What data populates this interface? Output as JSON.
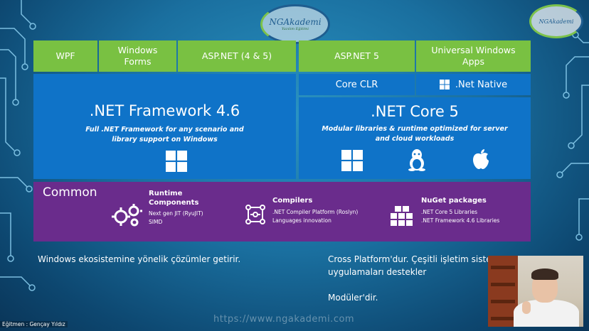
{
  "logos": {
    "center": {
      "text": "NGAkademi",
      "tagline": "Yazılım Eğitimi"
    },
    "corner": {
      "text": "NGAkademi"
    }
  },
  "diagram": {
    "top_left": [
      "WPF",
      "Windows Forms",
      "ASP.NET (4 & 5)"
    ],
    "top_right": [
      "ASP.NET 5",
      "Universal Windows Apps"
    ],
    "core_clr": "Core CLR",
    "net_native": ".Net Native",
    "framework": {
      "title": ".NET Framework 4.6",
      "subtitle_line1": "Full .NET Framework for any scenario and",
      "subtitle_line2": "library support on Windows"
    },
    "core": {
      "title": ".NET Core 5",
      "subtitle_line1": "Modular libraries & runtime optimized for server",
      "subtitle_line2": "and cloud workloads"
    },
    "common": {
      "title": "Common",
      "runtime": {
        "title1": "Runtime",
        "title2": "Components",
        "line1": "Next gen JIT (RyuJIT)",
        "line2": "SIMD"
      },
      "compilers": {
        "title": "Compilers",
        "line1": ".NET Compiler Platform (Roslyn)",
        "line2": "Languages innovation"
      },
      "nuget": {
        "title": "NuGet packages",
        "line1": ".NET Core 5 Libraries",
        "line2": ".NET Framework 4.6 Libraries"
      }
    },
    "icons": [
      "windows-logo-icon",
      "windows-logo-icon",
      "linux-tux-icon",
      "apple-logo-icon",
      "gears-icon",
      "compiler-icon",
      "packages-icon"
    ]
  },
  "captions": {
    "left": "Windows ekosistemine yönelik çözümler getirir.",
    "right_line1": "Cross Platform'dur. Çeşitli işletim siste",
    "right_line2": "uygulamaları destekler",
    "right_line3": "Modüler'dir."
  },
  "watermark": "https://www.ngakademi.com",
  "trainer": "Eğitmen : Gençay Yıldız",
  "colors": {
    "green": "#79c142",
    "blue": "#0f73c8",
    "purple": "#6a2c8c",
    "background": "#1a6f9f"
  }
}
